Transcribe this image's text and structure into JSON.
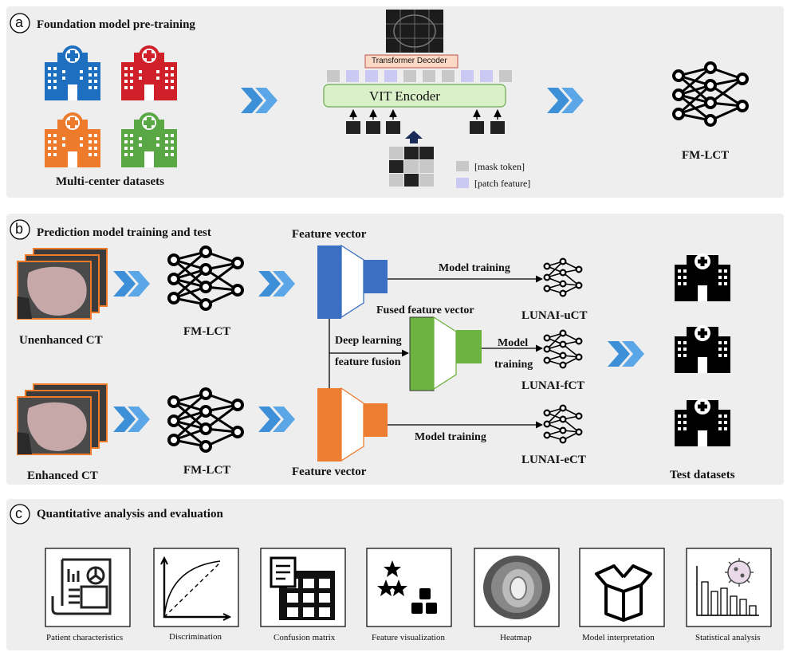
{
  "panel_a": {
    "letter": "a",
    "title": "Foundation model pre-training",
    "datasets_label": "Multi-center datasets",
    "decoder_label": "Transformer Decoder",
    "encoder_label": "VIT Encoder",
    "legend_mask": "[mask token]",
    "legend_patch": "[patch feature]",
    "model_label": "FM-LCT"
  },
  "panel_b": {
    "letter": "b",
    "title": "Prediction model training and test",
    "unenhanced_label": "Unenhanced CT",
    "enhanced_label": "Enhanced CT",
    "fm_top": "FM-LCT",
    "fm_bottom": "FM-LCT",
    "feature_vector_top": "Feature vector",
    "feature_vector_bottom": "Feature vector",
    "fused_label": "Fused feature vector",
    "deep_learning_1": "Deep learning",
    "deep_learning_2": "feature fusion",
    "model_training_top": "Model training",
    "model_training_mid_1": "Model",
    "model_training_mid_2": "training",
    "model_training_bottom": "Model training",
    "lunai_u": "LUNAI-uCT",
    "lunai_f": "LUNAI-fCT",
    "lunai_e": "LUNAI-eCT",
    "test_label": "Test datasets"
  },
  "panel_c": {
    "letter": "c",
    "title": "Quantitative analysis and evaluation",
    "items": [
      {
        "label": "Patient characteristics",
        "icon": "report-icon"
      },
      {
        "label": "Discrimination",
        "icon": "roc-curve-icon"
      },
      {
        "label": "Confusion matrix",
        "icon": "confusion-matrix-icon"
      },
      {
        "label": "Feature visualization",
        "icon": "feature-scatter-icon"
      },
      {
        "label": "Heatmap",
        "icon": "heatmap-icon"
      },
      {
        "label": "Model interpretation",
        "icon": "open-box-icon"
      },
      {
        "label": "Statistical analysis",
        "icon": "statistics-icon"
      }
    ]
  },
  "colors": {
    "panel_bg": "#eeeeee",
    "hospital_blue": "#1f6fc0",
    "hospital_red": "#d0202a",
    "hospital_orange": "#ee7b2c",
    "hospital_green": "#59a845",
    "chevron_blue": "#3d8fd8",
    "encoder_green": "#d9f0c8",
    "decoder_peach": "#fbd9c4",
    "mask_gray": "#c8c8c8",
    "patch_lavender": "#c9c9f3",
    "vector_blue": "#3a6fc4",
    "vector_green": "#6db33f",
    "vector_orange": "#ed7d31"
  }
}
